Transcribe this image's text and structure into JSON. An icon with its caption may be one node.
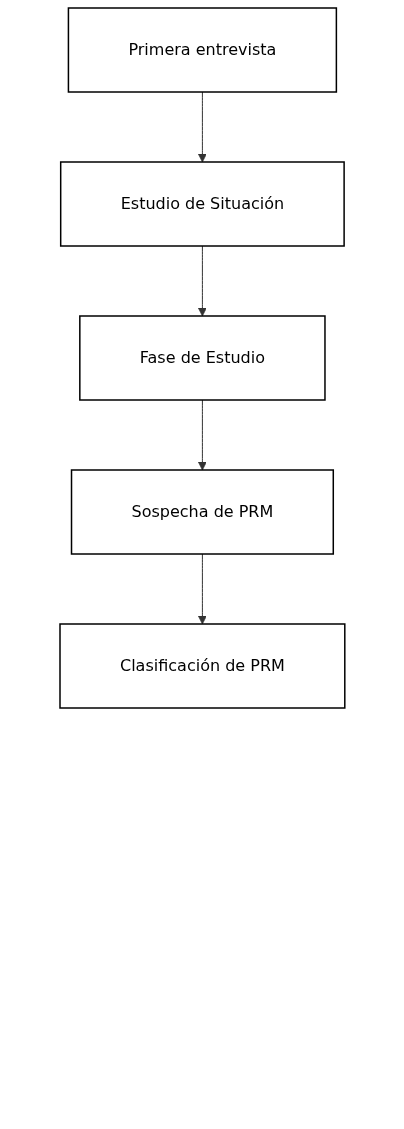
{
  "diagram": {
    "nodes": [
      {
        "text": [
          "Primera entrevista"
        ]
      },
      {
        "text": [
          "Estudio de Situación"
        ]
      },
      {
        "text": [
          "Fase de Estudio"
        ]
      },
      {
        "text": [
          "Sospecha de PRM"
        ]
      },
      {
        "text": [
          "Clasificación de PRM"
        ]
      }
    ],
    "edges": [
      {
        "from": 0,
        "to": 1,
        "arrow": "to"
      },
      {
        "from": 1,
        "to": 2,
        "arrow": "to"
      },
      {
        "from": 2,
        "to": 3,
        "arrow": "to"
      },
      {
        "from": 3,
        "to": 4,
        "arrow": "to"
      }
    ]
  }
}
